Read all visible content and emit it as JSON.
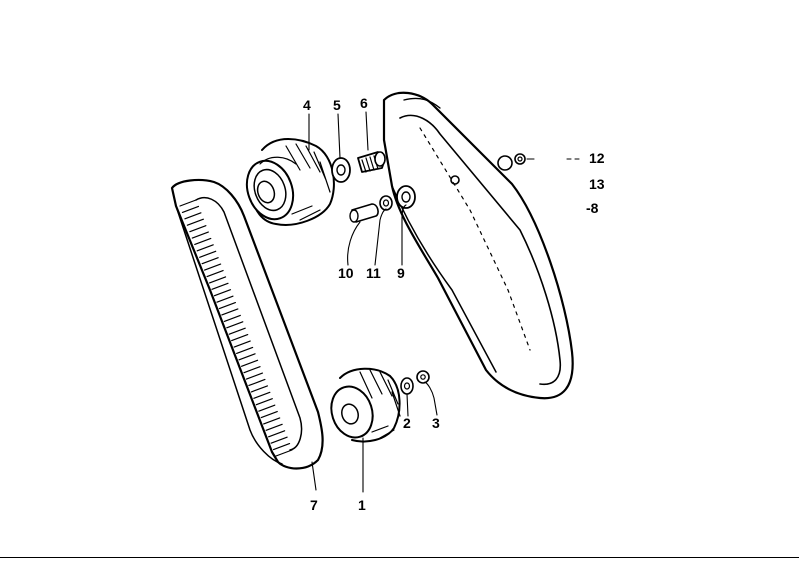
{
  "labels": {
    "p1": "1",
    "p2": "2",
    "p3": "3",
    "p4": "4",
    "p5": "5",
    "p6": "6",
    "p7": "7",
    "p8": "-8",
    "p9": "9",
    "p10": "10",
    "p11": "11",
    "p12": "12",
    "p13": "13"
  },
  "dash12": "- -",
  "colors": {
    "ink": "#000000",
    "paper": "#ffffff"
  },
  "parts": [
    {
      "id": "p1",
      "name": "lower-toothed-pulley"
    },
    {
      "id": "p2",
      "name": "washer"
    },
    {
      "id": "p3",
      "name": "nut"
    },
    {
      "id": "p4",
      "name": "upper-toothed-pulley"
    },
    {
      "id": "p5",
      "name": "washer"
    },
    {
      "id": "p6",
      "name": "bolt"
    },
    {
      "id": "p7",
      "name": "timing-belt"
    },
    {
      "id": "p8",
      "name": "part-8"
    },
    {
      "id": "p9",
      "name": "washer"
    },
    {
      "id": "p10",
      "name": "pin"
    },
    {
      "id": "p11",
      "name": "spacer-ring"
    },
    {
      "id": "p12",
      "name": "nut"
    },
    {
      "id": "p13",
      "name": "part-13"
    }
  ]
}
